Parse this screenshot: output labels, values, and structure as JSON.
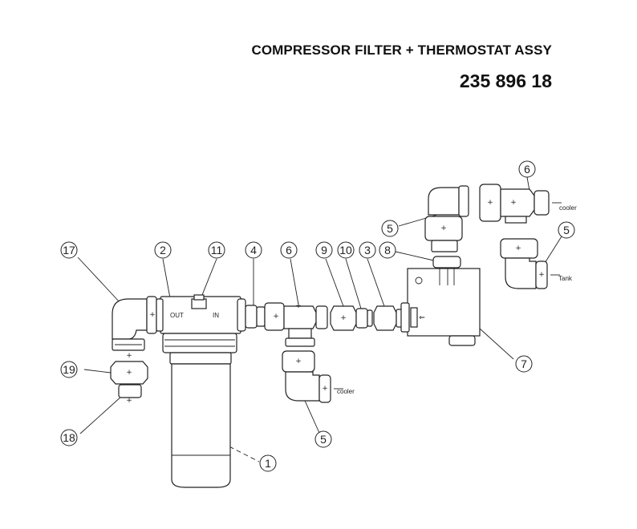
{
  "header": {
    "title": "COMPRESSOR FILTER + THERMOSTAT ASSY",
    "part_number": "235 896 18"
  },
  "labels": {
    "out": "OUT",
    "in": "IN",
    "cooler_top": "cooler",
    "tank": "Tank",
    "cooler_bottom": "cooler"
  },
  "callouts": [
    "17",
    "2",
    "11",
    "4",
    "6",
    "9",
    "10",
    "3",
    "8",
    "5",
    "6",
    "5",
    "19",
    "18",
    "5",
    "1",
    "7"
  ]
}
